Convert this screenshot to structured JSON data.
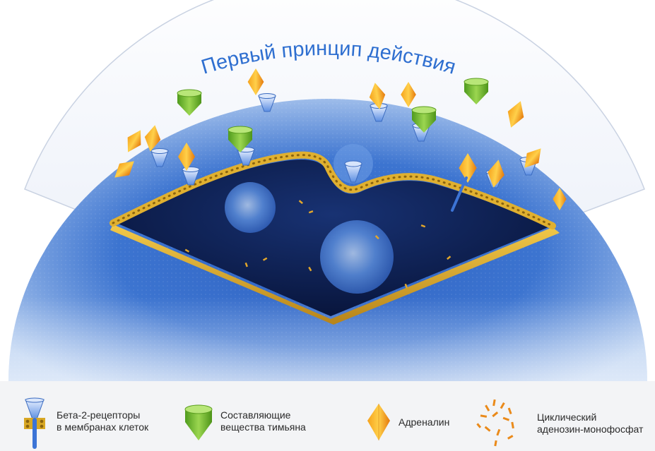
{
  "title": "Первый принцип действия",
  "legend": [
    {
      "icon": "beta2-receptor-icon",
      "line1": "Бета-2-рецепторы",
      "line2": "в мембранах клеток"
    },
    {
      "icon": "thyme-substance-icon",
      "line1": "Составляющие",
      "line2": "вещества тимьяна"
    },
    {
      "icon": "adrenaline-icon",
      "line1": "Адреналин",
      "line2": ""
    },
    {
      "icon": "camp-icon",
      "line1": "Циклический",
      "line2": "аденозин-монофосфат"
    }
  ],
  "colors": {
    "cell_blue": "#3f78d2",
    "cell_light": "#a9c6ee",
    "interior": "#0c1d4a",
    "membrane_gold": "#d9a824",
    "thyme_green": "#6cb42c",
    "adrenaline_orange": "#f08a10",
    "title_blue": "#2f6fd0"
  }
}
